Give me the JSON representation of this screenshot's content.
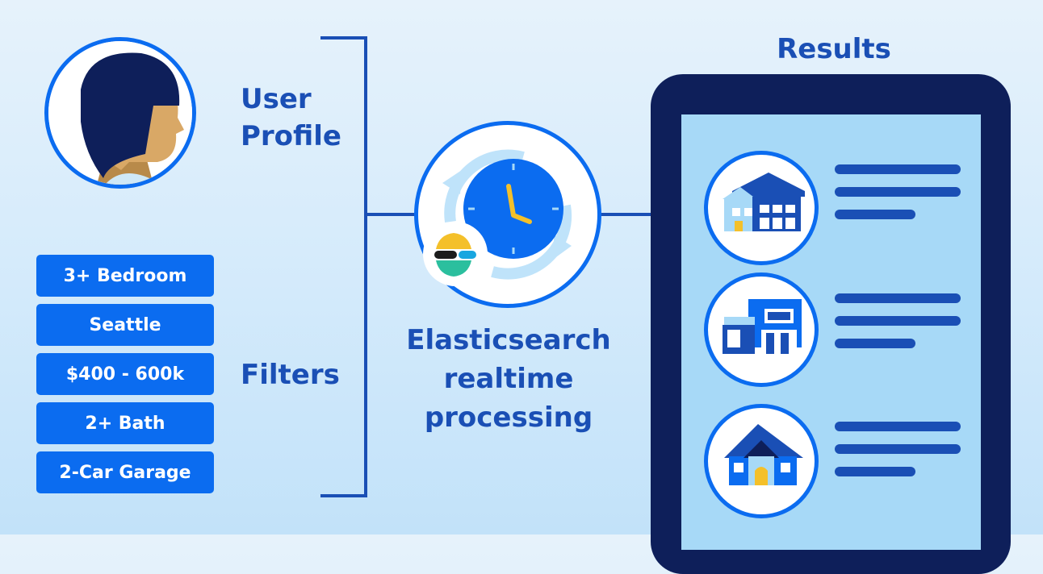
{
  "user_profile": {
    "label_line1": "User",
    "label_line2": "Profile"
  },
  "filters": {
    "label": "Filters",
    "items": [
      "3+ Bedroom",
      "Seattle",
      "$400 - 600k",
      "2+ Bath",
      "2-Car Garage"
    ]
  },
  "processing": {
    "line1": "Elasticsearch",
    "line2": "realtime",
    "line3": "processing"
  },
  "results": {
    "title": "Results"
  },
  "colors": {
    "accent": "#0b6cf0",
    "dark_blue": "#1a4fb5",
    "navy": "#0e1f5a",
    "screen": "#a7d9f7"
  }
}
